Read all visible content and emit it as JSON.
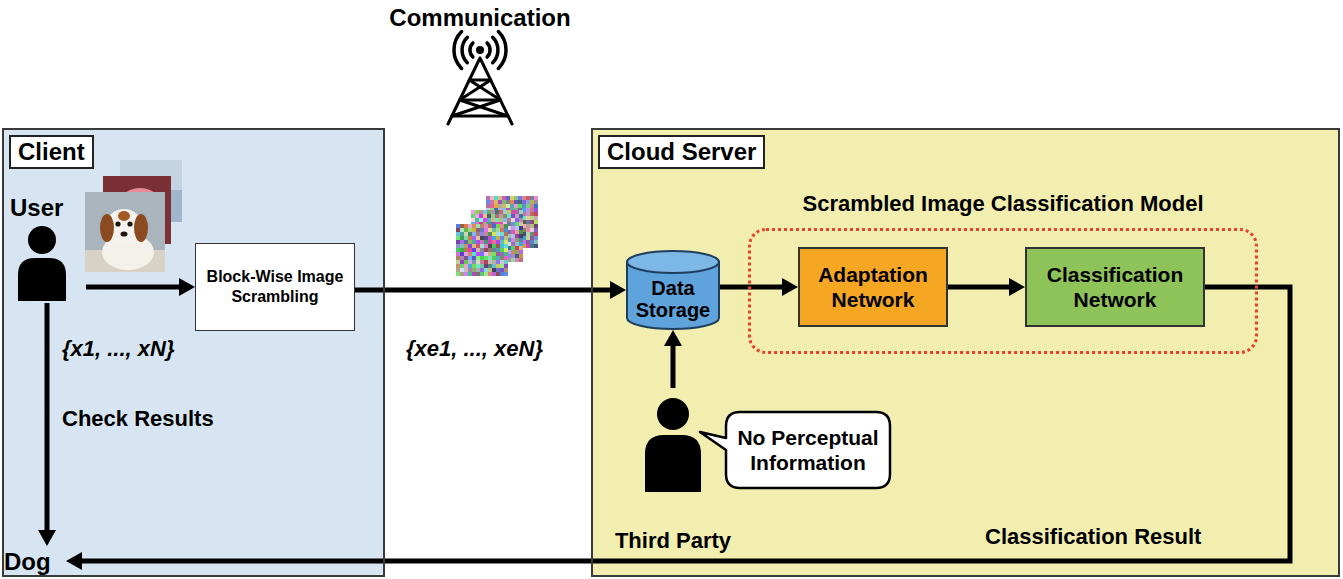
{
  "diagram": {
    "nodes": [
      {
        "text": [
          "Client"
        ]
      },
      {
        "text": [
          "User"
        ],
        "in": 0
      },
      {
        "text": [
          "Block-Wise Image Scrambling"
        ],
        "in": 0
      },
      {
        "text": [
          "Dog"
        ],
        "in": 0
      },
      {
        "text": [
          "Cloud Server"
        ]
      },
      {
        "text": [
          "Scrambled Image Classification Model"
        ],
        "in": 4
      },
      {
        "text": [
          "Data Storage"
        ],
        "in": 4
      },
      {
        "text": [
          "Adaptation Network"
        ],
        "in": 5
      },
      {
        "text": [
          "Classification Network"
        ],
        "in": 5
      },
      {
        "text": [
          "Third Party"
        ],
        "in": 4
      },
      {
        "text": [
          "No Perceptual Information"
        ],
        "in": 4
      }
    ],
    "edges": [
      {
        "from": 1,
        "to": 2,
        "arrow": "to"
      },
      {
        "from": 2,
        "to": 6,
        "arrow": "to"
      },
      {
        "from": 6,
        "to": 7,
        "arrow": "to"
      },
      {
        "from": 7,
        "to": 8,
        "arrow": "to"
      },
      {
        "from": 8,
        "to": 3,
        "label": "Classification Result",
        "arrow": "to"
      },
      {
        "from": 1,
        "to": 3,
        "label": "Check Results",
        "arrow": "to"
      },
      {
        "from": 9,
        "to": 6,
        "arrow": "to"
      }
    ],
    "labels": [
      "Communication",
      "{x1, ..., xN}",
      "{xe1, ..., xeN}"
    ]
  }
}
